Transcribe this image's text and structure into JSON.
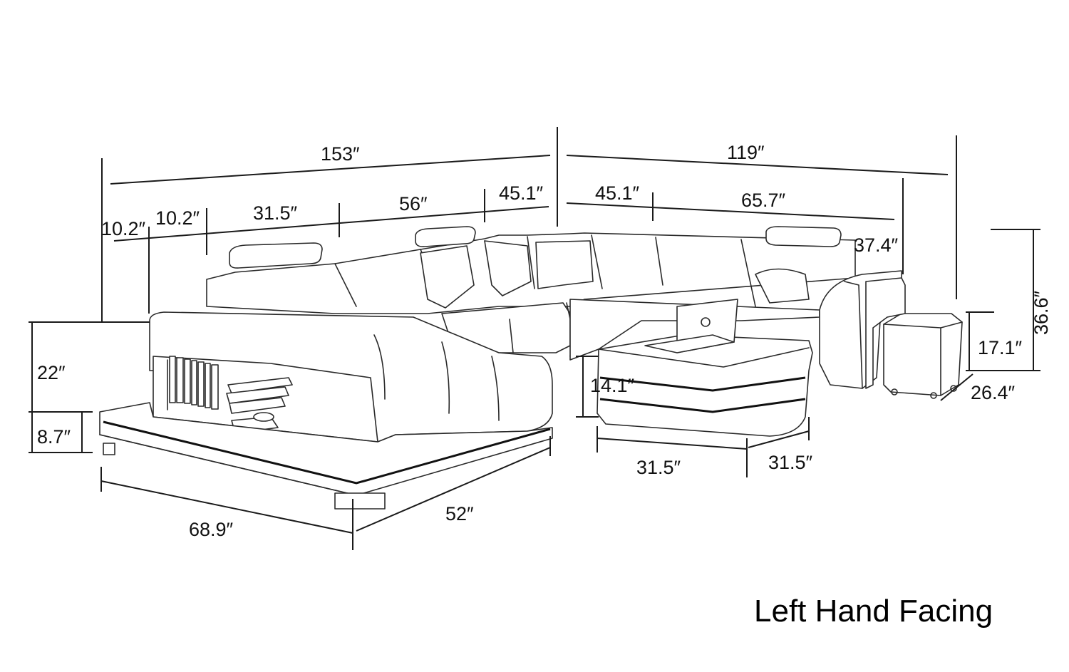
{
  "caption": "Left Hand Facing",
  "dimensions": {
    "total_left_width": "153″",
    "total_right_width": "119″",
    "back_seg_1": "10.2″",
    "back_seg_2": "10.2″",
    "back_seg_3": "31.5″",
    "back_seg_4": "56″",
    "back_seg_5": "45.1″",
    "right_seg_1": "45.1″",
    "right_seg_2": "65.7″",
    "right_depth": "37.4″",
    "overall_height": "36.6″",
    "seat_height": "22″",
    "base_height": "8.7″",
    "chaise_length": "68.9″",
    "chaise_width": "52″",
    "table_height": "14.1″",
    "table_width": "31.5″",
    "table_depth": "31.5″",
    "ottoman_height": "17.1″",
    "ottoman_depth": "26.4″"
  }
}
